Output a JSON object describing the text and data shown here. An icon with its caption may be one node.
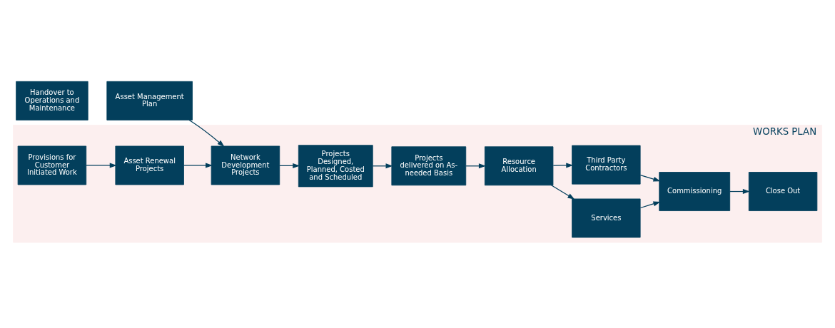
{
  "diagram": {
    "nodes": [
      {
        "text": [
          "Asset Management Plan"
        ]
      },
      {
        "text": [
          "WORKS PLAN"
        ]
      },
      {
        "text": [
          "Network Development Projects"
        ],
        "in": 1
      },
      {
        "text": [
          "Asset Renewal Projects"
        ],
        "in": 1
      },
      {
        "text": [
          "Provisions for Customer Initiated Work"
        ],
        "in": 1
      },
      {
        "text": [
          "Projects Designed, Planned, Costed and Scheduled"
        ],
        "in": 1
      },
      {
        "text": [
          "Projects delivered on As-needed Basis"
        ],
        "in": 1
      },
      {
        "text": [
          "Resource Allocation"
        ],
        "in": 1
      },
      {
        "text": [
          "Services"
        ],
        "in": 1
      },
      {
        "text": [
          "Third Party Contractors"
        ],
        "in": 1
      },
      {
        "text": [
          "Commissioning"
        ],
        "in": 1
      },
      {
        "text": [
          "Close Out"
        ],
        "in": 1
      },
      {
        "text": [
          "Handover to Operations and Maintenance"
        ]
      }
    ],
    "edges": [
      {
        "from": 0,
        "to": 2,
        "arrow": "to"
      },
      {
        "from": 3,
        "to": 2,
        "arrow": "to"
      },
      {
        "from": 4,
        "to": 3,
        "arrow": "to"
      },
      {
        "from": 2,
        "to": 5,
        "arrow": "to"
      },
      {
        "from": 5,
        "to": 6,
        "arrow": "to"
      },
      {
        "from": 6,
        "to": 7,
        "arrow": "to"
      },
      {
        "from": 7,
        "to": 8,
        "arrow": "to"
      },
      {
        "from": 7,
        "to": 9,
        "arrow": "to"
      },
      {
        "from": 8,
        "to": 10,
        "arrow": "to"
      },
      {
        "from": 9,
        "to": 10,
        "arrow": "to"
      },
      {
        "from": 10,
        "to": 11,
        "arrow": "to"
      }
    ]
  }
}
